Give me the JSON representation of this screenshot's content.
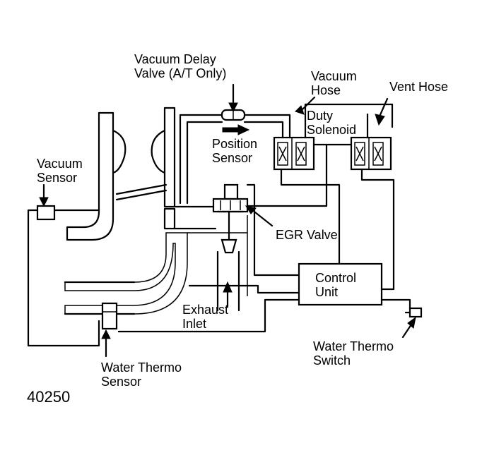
{
  "labels": {
    "vacuum_delay_valve_line1": "Vacuum Delay",
    "vacuum_delay_valve_line2": "Valve (A/T Only)",
    "vacuum_hose_line1": "Vacuum",
    "vacuum_hose_line2": "Hose",
    "vent_hose": "Vent Hose",
    "duty_solenoid_line1": "Duty",
    "duty_solenoid_line2": "Solenoid",
    "position_sensor_line1": "Position",
    "position_sensor_line2": "Sensor",
    "vacuum_sensor_line1": "Vacuum",
    "vacuum_sensor_line2": "Sensor",
    "egr_valve": "EGR Valve",
    "control_unit_line1": "Control",
    "control_unit_line2": "Unit",
    "exhaust_inlet_line1": "Exhaust",
    "exhaust_inlet_line2": "Inlet",
    "water_thermo_switch_line1": "Water Thermo",
    "water_thermo_switch_line2": "Switch",
    "water_thermo_sensor_line1": "Water Thermo",
    "water_thermo_sensor_line2": "Sensor"
  },
  "figure_number": "40250"
}
